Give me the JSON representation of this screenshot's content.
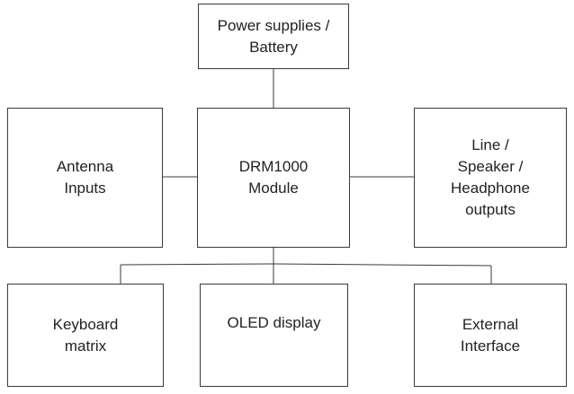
{
  "blocks": {
    "power": [
      "Power supplies /",
      "Battery"
    ],
    "antenna": [
      "Antenna",
      "Inputs"
    ],
    "drm": [
      "DRM1000",
      "Module"
    ],
    "outputs": [
      "Line /",
      "Speaker /",
      "Headphone",
      "outputs"
    ],
    "keyboard": [
      "Keyboard",
      "matrix"
    ],
    "oled": [
      "OLED display"
    ],
    "external": [
      "External",
      "Interface"
    ]
  },
  "connections": [
    [
      "drm",
      "power"
    ],
    [
      "drm",
      "antenna"
    ],
    [
      "drm",
      "outputs"
    ],
    [
      "drm",
      "keyboard"
    ],
    [
      "drm",
      "oled"
    ],
    [
      "drm",
      "external"
    ]
  ]
}
